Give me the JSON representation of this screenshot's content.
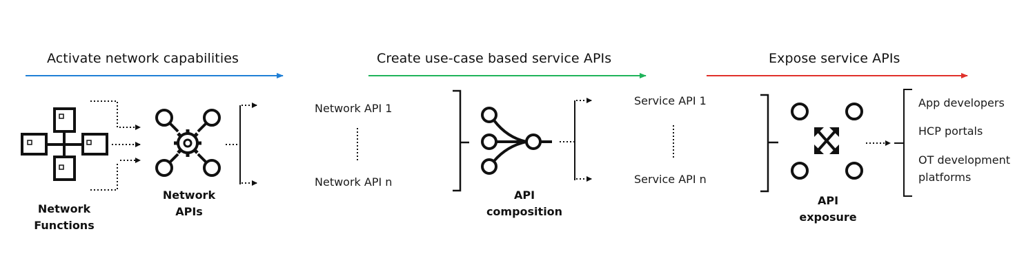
{
  "stages": [
    {
      "title": "Activate network capabilities",
      "arrow_color": "#1f7fd6"
    },
    {
      "title": "Create use-case based service APIs",
      "arrow_color": "#1fb35a"
    },
    {
      "title": "Expose service APIs",
      "arrow_color": "#e0302a"
    }
  ],
  "captions": {
    "network_functions": [
      "Network",
      "Functions"
    ],
    "network_apis": [
      "Network",
      "APIs"
    ],
    "api_composition": [
      "API",
      "composition"
    ],
    "api_exposure": [
      "API",
      "exposure"
    ]
  },
  "network_api_list": {
    "first": "Network API  1",
    "last": "Network API  n"
  },
  "service_api_list": {
    "first": "Service API  1",
    "last": "Service API  n"
  },
  "consumers": [
    "App developers",
    "HCP portals",
    "OT development",
    "platforms"
  ],
  "icons": {
    "network_functions": "network-functions-icon",
    "network_apis": "gear-hub-icon",
    "api_composition": "merge-icon",
    "api_exposure": "expand-arrows-icon"
  }
}
